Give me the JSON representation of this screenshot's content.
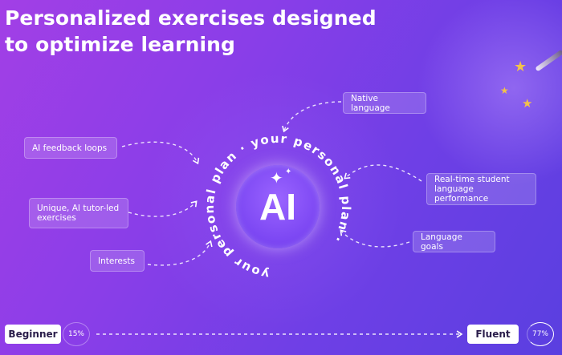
{
  "title": "Personalized exercises designed to optimize learning",
  "center": {
    "label": "AI",
    "ring_text": "your personal plan · your personal plan ·"
  },
  "inputs_left": [
    {
      "label": "AI feedback loops"
    },
    {
      "label": "Unique, AI tutor-led exercises"
    },
    {
      "label": "Interests"
    }
  ],
  "inputs_right": [
    {
      "label": "Native language"
    },
    {
      "label": "Real-time student language performance"
    },
    {
      "label": "Language goals"
    }
  ],
  "progress": {
    "start_label": "Beginner",
    "start_percent": "15%",
    "end_label": "Fluent",
    "end_percent": "77%"
  },
  "colors": {
    "background_start": "#a23fe6",
    "background_end": "#5a3fe0",
    "star": "#f3c24a"
  },
  "icons": [
    "sparkle-icon",
    "magic-wand-icon",
    "star-icon"
  ]
}
